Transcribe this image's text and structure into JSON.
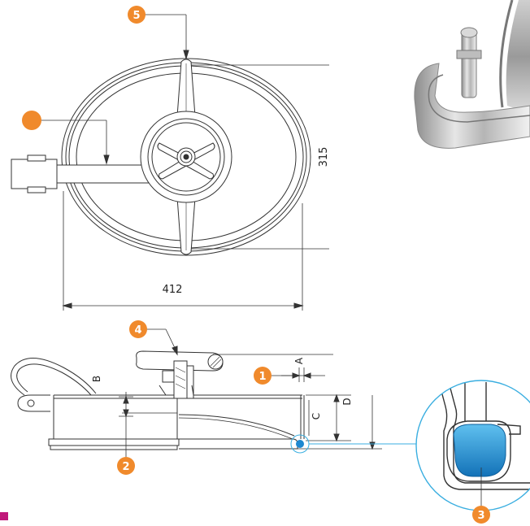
{
  "dimensions": {
    "width": "412",
    "height": "315"
  },
  "letters": {
    "a": "A",
    "b": "B",
    "c": "C",
    "d": "D"
  },
  "callouts": [
    "1",
    "2",
    "3",
    "4",
    "5",
    ""
  ],
  "colors": {
    "callout": "#f08a2c",
    "seal": "#1e88d0",
    "leader_blue": "#3aaee0",
    "corner_mark": "#c0187a",
    "line": "#333333"
  }
}
